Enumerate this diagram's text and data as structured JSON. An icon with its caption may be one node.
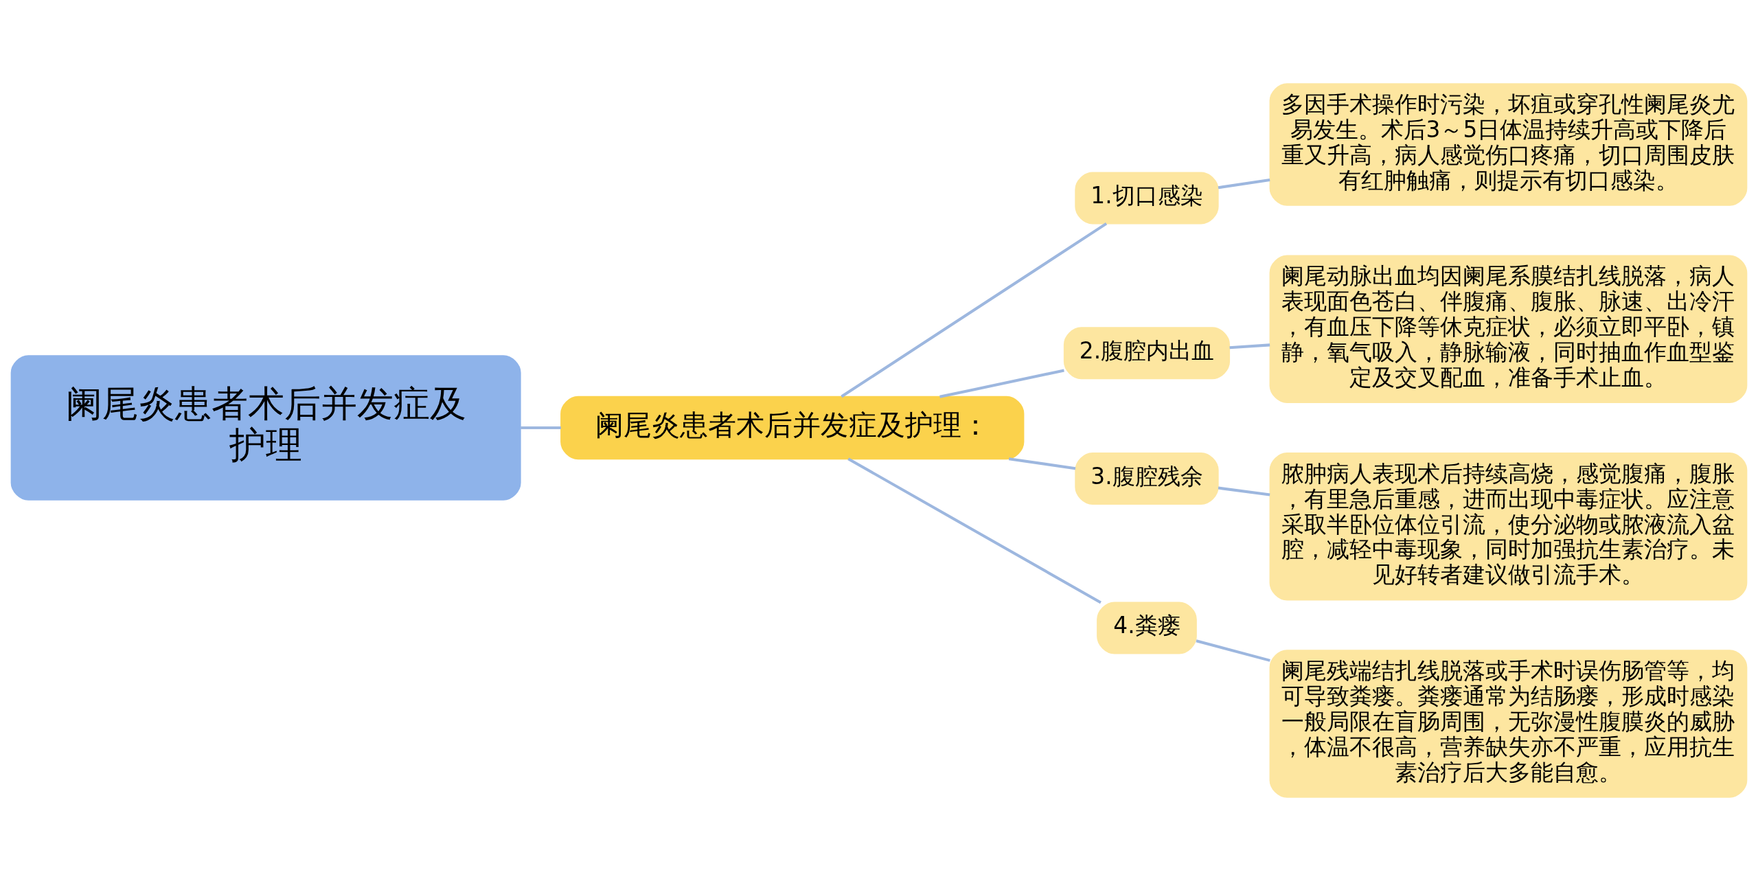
{
  "diagram": {
    "nodes": [
      {
        "text": [
          "阑尾炎患者术后并发症及护理"
        ]
      },
      {
        "text": [
          "阑尾炎患者术后并发症及护理："
        ]
      },
      {
        "text": [
          "1.切口感染"
        ]
      },
      {
        "text": [
          "多因手术操作时污染，坏疽或穿孔性阑尾炎尤易发生。术后3～5日体温持续升高或下降后重又升高，病人感觉伤口疼痛，切口周围皮肤有红肿触痛，则提示有切口感染。"
        ]
      },
      {
        "text": [
          "2.腹腔内出血"
        ]
      },
      {
        "text": [
          "阑尾动脉出血均因阑尾系膜结扎线脱落，病人表现面色苍白、伴腹痛、腹胀、脉速、出冷汗，有血压下降等休克症状，必须立即平卧，镇静，氧气吸入，静脉输液，同时抽血作血型鉴定及交叉配血，准备手术止血。"
        ]
      },
      {
        "text": [
          "3.腹腔残余"
        ]
      },
      {
        "text": [
          "脓肿病人表现术后持续高烧，感觉腹痛，腹胀，有里急后重感，进而出现中毒症状。应注意采取半卧位体位引流，使分泌物或脓液流入盆腔，减轻中毒现象，同时加强抗生素治疗。未见好转者建议做引流手术。"
        ]
      },
      {
        "text": [
          "4.粪瘘"
        ]
      },
      {
        "text": [
          "阑尾残端结扎线脱落或手术时误伤肠管等，均可导致粪瘘。粪瘘通常为结肠瘘，形成时感染一般局限在盲肠周围，无弥漫性腹膜炎的威胁，体温不很高，营养缺失亦不严重，应用抗生素治疗后大多能自愈。"
        ]
      }
    ],
    "edges": [
      {
        "from": 0,
        "to": 1,
        "arrow": "none"
      },
      {
        "from": 1,
        "to": 2,
        "arrow": "none"
      },
      {
        "from": 2,
        "to": 3,
        "arrow": "none"
      },
      {
        "from": 1,
        "to": 4,
        "arrow": "none"
      },
      {
        "from": 4,
        "to": 5,
        "arrow": "none"
      },
      {
        "from": 1,
        "to": 6,
        "arrow": "none"
      },
      {
        "from": 6,
        "to": 7,
        "arrow": "none"
      },
      {
        "from": 1,
        "to": 8,
        "arrow": "none"
      },
      {
        "from": 8,
        "to": 9,
        "arrow": "none"
      }
    ]
  }
}
